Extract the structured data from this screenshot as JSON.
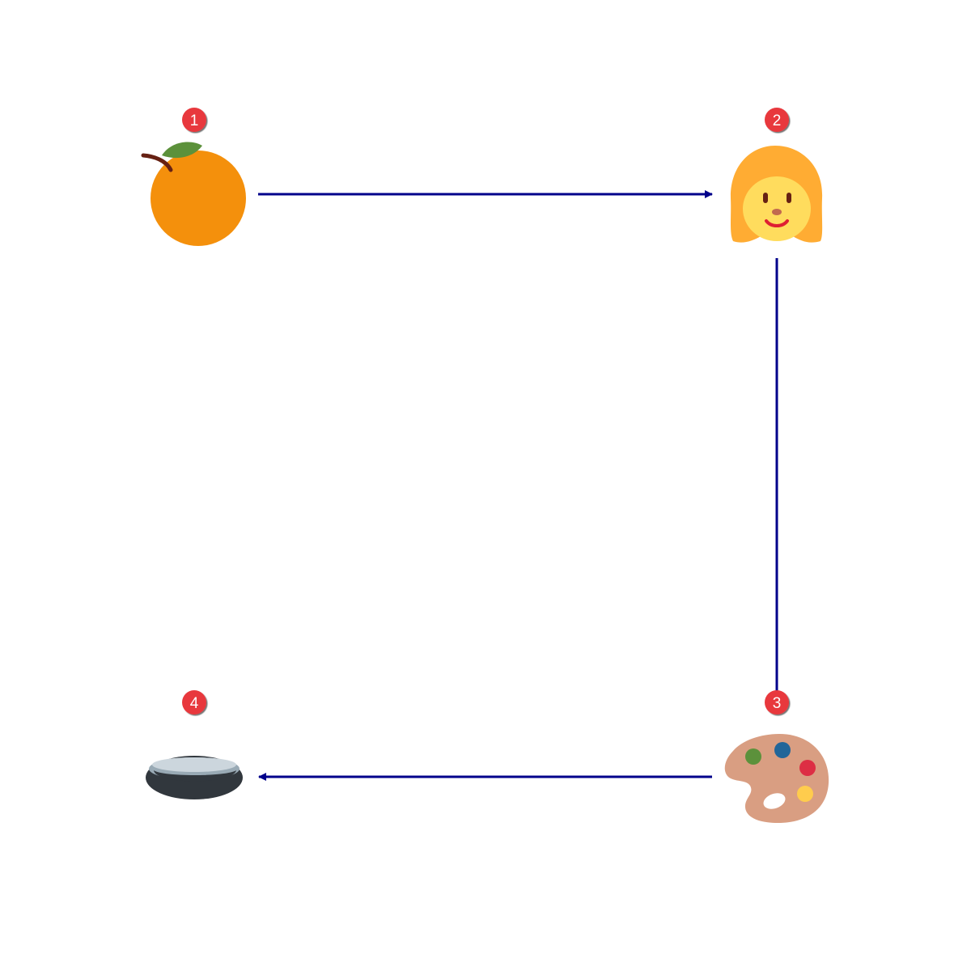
{
  "diagram": {
    "arrow_color": "#00008b",
    "badge_color": "#e8393c",
    "nodes": [
      {
        "id": "node-1",
        "badge": "1",
        "icon": "orange-icon"
      },
      {
        "id": "node-2",
        "badge": "2",
        "icon": "woman-icon"
      },
      {
        "id": "node-3",
        "badge": "3",
        "icon": "artist-palette-icon"
      },
      {
        "id": "node-4",
        "badge": "4",
        "icon": "hole-icon"
      }
    ],
    "edges": [
      {
        "from": "1",
        "to": "2"
      },
      {
        "from": "2",
        "to": "3"
      },
      {
        "from": "3",
        "to": "4"
      }
    ]
  }
}
